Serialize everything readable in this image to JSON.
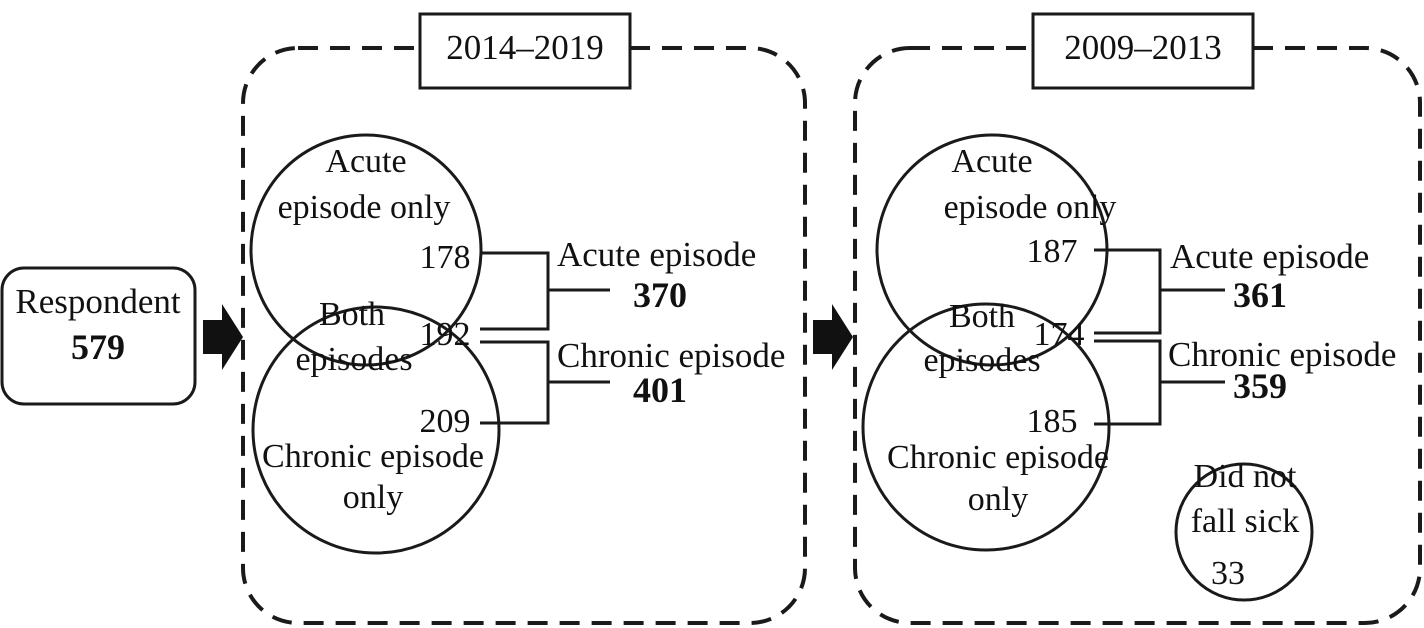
{
  "respondent": {
    "label": "Respondent",
    "count": "579"
  },
  "panels": [
    {
      "period": "2014–2019",
      "acute_only_label": [
        "Acute",
        "episode only"
      ],
      "acute_only_count": "178",
      "both_label": [
        "Both",
        "episodes"
      ],
      "both_count": "192",
      "chronic_only_label": [
        "Chronic episode",
        "only"
      ],
      "chronic_only_count": "209",
      "acute_total_label": "Acute episode",
      "acute_total": "370",
      "chronic_total_label": "Chronic episode",
      "chronic_total": "401"
    },
    {
      "period": "2009–2013",
      "acute_only_label": [
        "Acute",
        "episode only"
      ],
      "acute_only_count": "187",
      "both_label": [
        "Both",
        "episodes"
      ],
      "both_count": "174",
      "chronic_only_label": [
        "Chronic episode",
        "only"
      ],
      "chronic_only_count": "185",
      "acute_total_label": "Acute episode",
      "acute_total": "361",
      "chronic_total_label": "Chronic episode",
      "chronic_total": "359",
      "not_sick_label": [
        "Did not",
        "fall sick"
      ],
      "not_sick_count": "33"
    }
  ]
}
